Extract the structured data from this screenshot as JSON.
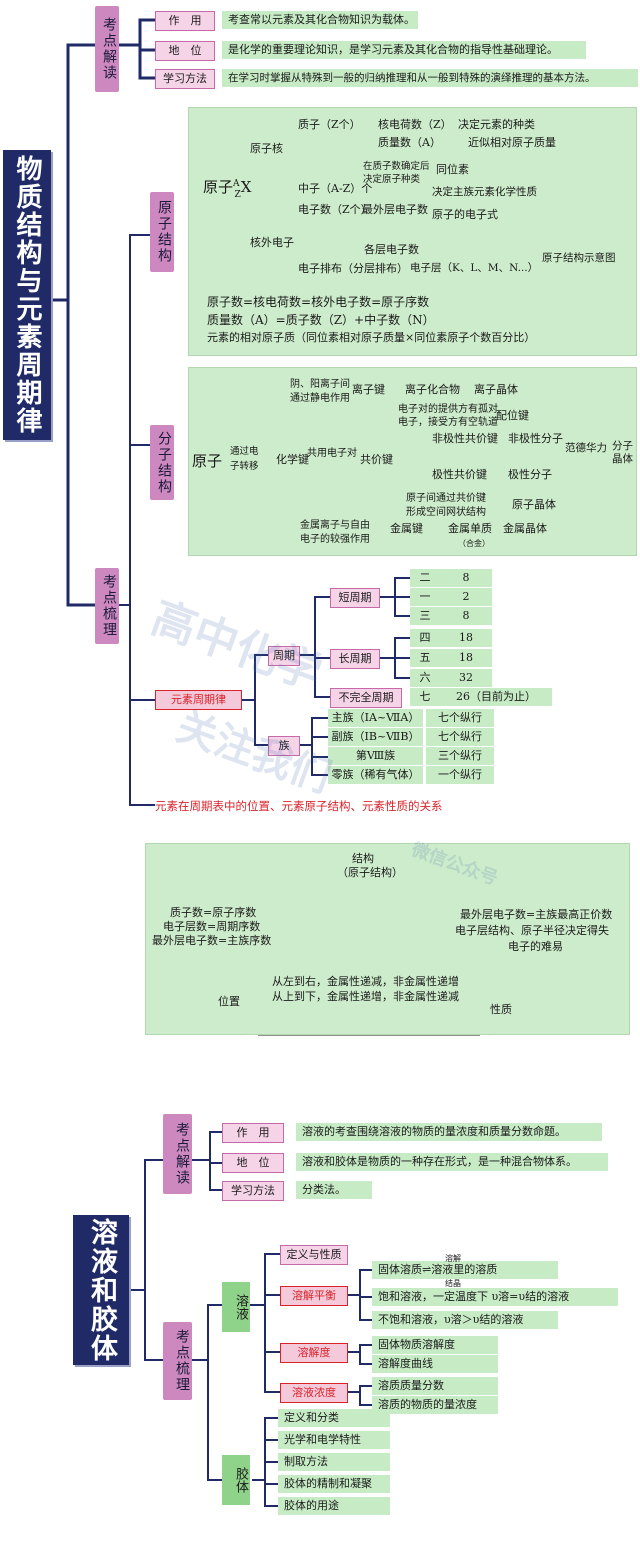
{
  "s1": {
    "title": "物质结构与元素周期律",
    "jiedu": {
      "label": "考点解读",
      "rows": [
        {
          "k": "作　用",
          "v": "考查常以元素及其化合物知识为载体。"
        },
        {
          "k": "地　位",
          "v": "是化学的重要理论知识，是学习元素及其化合物的指导性基础理论。"
        },
        {
          "k": "学习方法",
          "v": "在学习时掌握从特殊到一般的归纳推理和从一般到特殊的演绎推理的基本方法。"
        }
      ]
    },
    "shuli": {
      "label": "考点梳理"
    },
    "atom": {
      "label": "原子结构",
      "root": "原子",
      "root_sup": "A",
      "root_sub": "Z",
      "root_x": "X",
      "nucleus": "原子核",
      "extra": "核外电子",
      "proton": "质子（Z个）",
      "neutron": "中子（A-Z）个",
      "nuc_charge": "核电荷数（Z）",
      "mass_num": "质量数（A）",
      "n_species": "决定元素的种类",
      "n_mass": "近似相对原子质量",
      "iso_cond1": "在质子数确定后",
      "iso_cond2": "决定原子种类",
      "isotope": "同位素",
      "e_count": "电子数（Z个）",
      "outer_e": "最外层电子数",
      "d_props": "决定主族元素化学性质",
      "e_formula": "原子的电子式",
      "layer_e": "各层电子数",
      "e_arrange": "电子排布（分层排布）",
      "layers": "电子层（K、L、M、N...）",
      "diagram": "原子结构示意图",
      "f1": "原子数=核电荷数=核外电子数=原子序数",
      "f2": "质量数（A）=质子数（Z）+中子数（N）",
      "f3": "元素的相对原子质（同位素相对原子质量×同位素原子个数百分比）"
    },
    "mol": {
      "label": "分子结构",
      "root": "原子",
      "transfer1": "通过电",
      "transfer2": "子转移",
      "ion_src1": "阴、阳离子间",
      "ion_src2": "通过静电作用",
      "ionic": "离子键",
      "ionic_cmp": "离子化合物",
      "ionic_crystal": "离子晶体",
      "chem_bond": "化学键",
      "share": "共用电子对",
      "coval": "共价键",
      "coord1": "电子对的提供方有孤对",
      "coord2": "电子，接受方有空轨道",
      "coord": "配位键",
      "nonpolar": "非极性共价键",
      "nonpolar_mol": "非极性分子",
      "polar": "极性共价键",
      "polar_mol": "极性分子",
      "vdw": "范德华力",
      "mol_crystal": "分子晶体",
      "net1": "原子间通过共价键",
      "net2": "形成空间网状结构",
      "atom_crystal": "原子晶体",
      "metal_src1": "金属离子与自由",
      "metal_src2": "电子的较强作用",
      "metal_bond": "金属键",
      "metal_elem": "金属单质",
      "alloy": "（合金）",
      "metal_crystal": "金属晶体"
    },
    "table": {
      "label": "元素周期律",
      "period": "周期",
      "short": "短周期",
      "long": "长周期",
      "incomplete": "不完全周期",
      "rows": [
        {
          "n": "一",
          "c": "2"
        },
        {
          "n": "二",
          "c": "8"
        },
        {
          "n": "三",
          "c": "8"
        },
        {
          "n": "四",
          "c": "18"
        },
        {
          "n": "五",
          "c": "18"
        },
        {
          "n": "六",
          "c": "32"
        }
      ],
      "seven": "七",
      "seven_c": "26（目前为止）",
      "family": "族",
      "fam": [
        {
          "k": "主族（ⅠA~ⅦA）",
          "v": "七个纵行"
        },
        {
          "k": "副族（ⅠB~ⅦB）",
          "v": "七个纵行"
        },
        {
          "k": "第Ⅷ族",
          "v": "三个纵行"
        },
        {
          "k": "零族（稀有气体）",
          "v": "一个纵行"
        }
      ]
    },
    "relation": {
      "title": "元素在周期表中的位置、元素原子结构、元素性质的关系",
      "struct1": "结构",
      "struct2": "（原子结构）",
      "left1": "质子数=原子序数",
      "left2": "电子层数=周期序数",
      "left3": "最外层电子数=主族序数",
      "right1": "最外层电子数=主族最高正价数",
      "right2": "电子层结构、原子半径决定得失",
      "right3": "电子的难易",
      "pos": "位置",
      "prop": "性质",
      "mid1": "从左到右，金属性递减，非金属性递增",
      "mid2": "从上到下，金属性递增，非金属性递减"
    }
  },
  "s2": {
    "title": "溶液和胶体",
    "jiedu": {
      "label": "考点解读",
      "rows": [
        {
          "k": "作　用",
          "v": "溶液的考查围绕溶液的物质的量浓度和质量分数命题。"
        },
        {
          "k": "地　位",
          "v": "溶液和胶体是物质的一种存在形式，是一种混合物体系。"
        },
        {
          "k": "学习方法",
          "v": "分类法。"
        }
      ]
    },
    "shuli": {
      "label": "考点梳理"
    },
    "solution": {
      "label": "溶液",
      "def": "定义与性质",
      "eq": "溶解平衡",
      "eq_items": [
        "固体溶质⇌溶液里的溶质",
        "饱和溶液，一定温度下 υ溶=υ结的溶液",
        "不饱和溶液，υ溶＞υ结的溶液"
      ],
      "eq_top": "溶解",
      "eq_bot": "结晶",
      "sol": "溶解度",
      "sol_items": [
        "固体物质溶解度",
        "溶解度曲线"
      ],
      "conc": "溶液浓度",
      "conc_items": [
        "溶质质量分数",
        "溶质的物质的量浓度"
      ]
    },
    "colloid": {
      "label": "胶体",
      "items": [
        "定义和分类",
        "光学和电学特性",
        "制取方法",
        "胶体的精制和凝聚",
        "胶体的用途"
      ]
    }
  },
  "watermark": {
    "w1": "高中化学",
    "w2": "关注我们",
    "w3": "微信公众号"
  }
}
